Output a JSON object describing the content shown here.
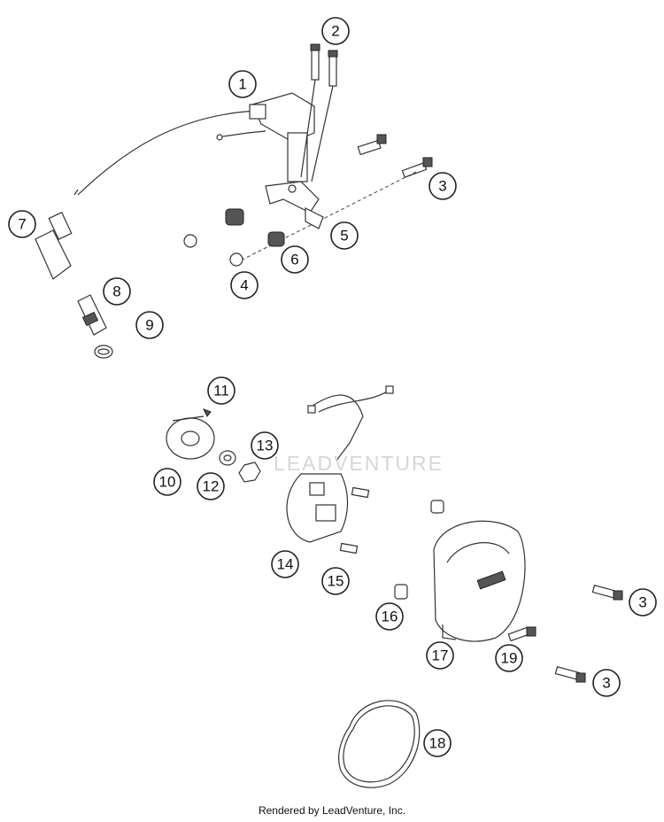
{
  "diagram": {
    "callouts": [
      "1",
      "2",
      "3",
      "4",
      "5",
      "6",
      "7",
      "8",
      "9",
      "10",
      "11",
      "12",
      "13",
      "14",
      "15",
      "16",
      "17",
      "18",
      "19",
      "3",
      "3"
    ]
  },
  "watermark": "LEADVENTURE",
  "footer": "Rendered by LeadVenture, Inc."
}
